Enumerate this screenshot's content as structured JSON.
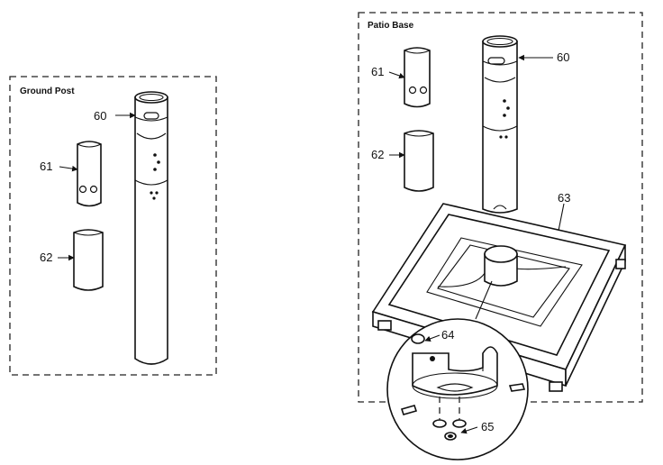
{
  "panels": {
    "ground_post": {
      "title": "Ground Post"
    },
    "patio_base": {
      "title": "Patio Base"
    }
  },
  "parts": {
    "p60_left": "60",
    "p61_left": "61",
    "p62_left": "62",
    "p60_right": "60",
    "p61_right": "61",
    "p62_right": "62",
    "p63": "63",
    "p64": "64",
    "p65": "65"
  }
}
